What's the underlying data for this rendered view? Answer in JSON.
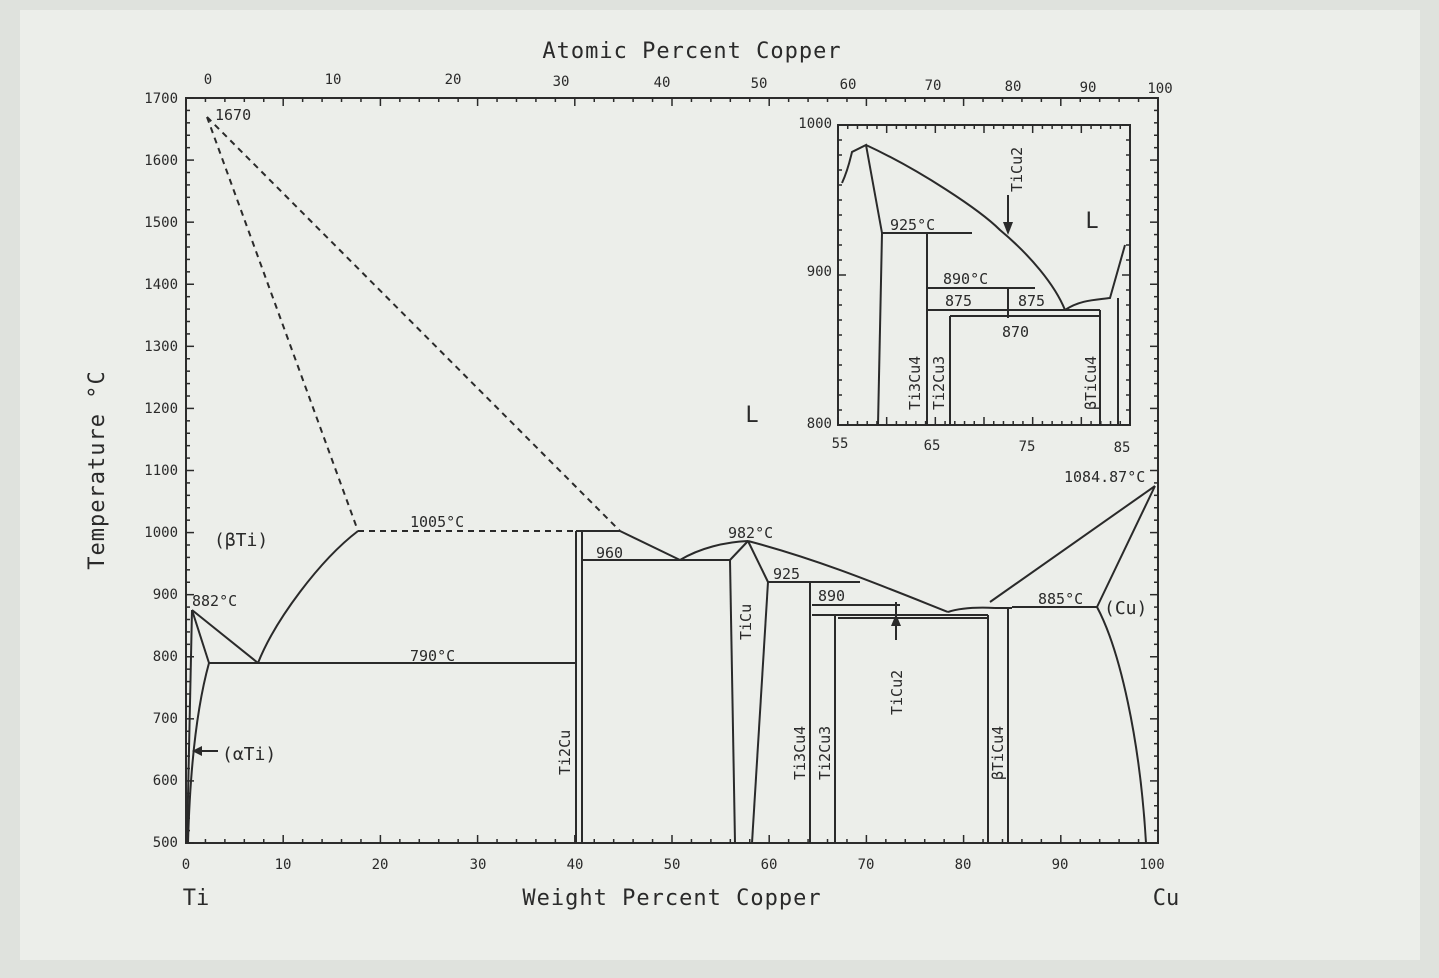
{
  "diagram": {
    "top_axis_title": "Atomic Percent Copper",
    "bottom_axis_title": "Weight Percent Copper",
    "y_axis_title": "Temperature °C",
    "left_element": "Ti",
    "right_element": "Cu",
    "top_ticks": [
      "0",
      "10",
      "20",
      "30",
      "40",
      "50",
      "60",
      "70",
      "80",
      "90",
      "100"
    ],
    "bottom_ticks": [
      "0",
      "10",
      "20",
      "30",
      "40",
      "50",
      "60",
      "70",
      "80",
      "90",
      "100"
    ],
    "y_ticks": [
      "1700",
      "1600",
      "1500",
      "1400",
      "1300",
      "1200",
      "1100",
      "1000",
      "900",
      "800",
      "700",
      "600",
      "500"
    ],
    "labels": {
      "ti_melting": "1670",
      "peritectic": "1005°C",
      "ti_transition": "882°C",
      "eutectoid": "790°C",
      "beta_ti": "(βTi)",
      "alpha_ti": "(αTi)",
      "liquid": "L",
      "t960": "960",
      "ticu_max": "982°C",
      "t925": "925",
      "t890": "890",
      "cu_eutectic": "885°C",
      "cu_phase": "(Cu)",
      "cu_melting": "1084.87°C",
      "ti2cu": "Ti2Cu",
      "ticu": "TiCu",
      "ti3cu4": "Ti3Cu4",
      "ti2cu3": "Ti2Cu3",
      "ticu2": "TiCu2",
      "beta_ticu4": "βTiCu4"
    }
  },
  "inset": {
    "y_ticks": [
      "1000",
      "900",
      "800"
    ],
    "x_ticks": [
      "55",
      "65",
      "75",
      "85"
    ],
    "labels": {
      "t925": "925°C",
      "t890": "890°C",
      "t875a": "875",
      "t875b": "875",
      "t870": "870",
      "liquid": "L",
      "ticu2": "TiCu2",
      "ti3cu4": "Ti3Cu4",
      "ti2cu3": "Ti2Cu3",
      "beta_ticu4": "βTiCu4"
    }
  }
}
